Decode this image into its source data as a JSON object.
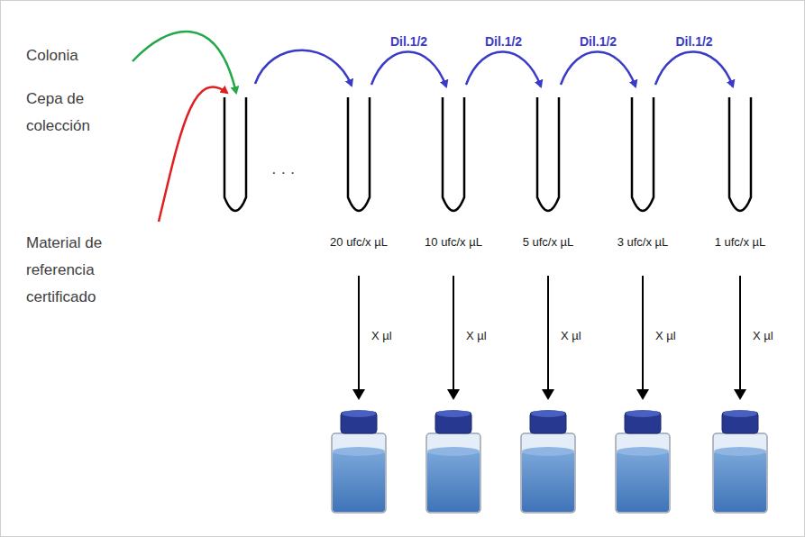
{
  "diagram": {
    "nodes": [
      {
        "text": [
          "20 ufc/x µL"
        ]
      },
      {
        "text": [
          "10 ufc/x µL"
        ]
      },
      {
        "text": [
          "5 ufc/x µL"
        ]
      },
      {
        "text": [
          "3 ufc/x µL"
        ]
      },
      {
        "text": [
          "1 ufc/x µL"
        ]
      }
    ],
    "edges": [
      {
        "from": 0,
        "to": 1,
        "label": "Dil.1/2",
        "arrow": "to"
      },
      {
        "from": 1,
        "to": 2,
        "label": "Dil.1/2",
        "arrow": "to"
      },
      {
        "from": 2,
        "to": 3,
        "label": "Dil.1/2",
        "arrow": "to"
      },
      {
        "from": 3,
        "to": 4,
        "label": "Dil.1/2",
        "arrow": "to"
      }
    ],
    "labels": [
      "Colonia",
      "Cepa de colección",
      "Material de referencia certificado",
      "· · ·",
      "X µl",
      "X µl",
      "X µl",
      "X µl",
      "X µl"
    ]
  }
}
